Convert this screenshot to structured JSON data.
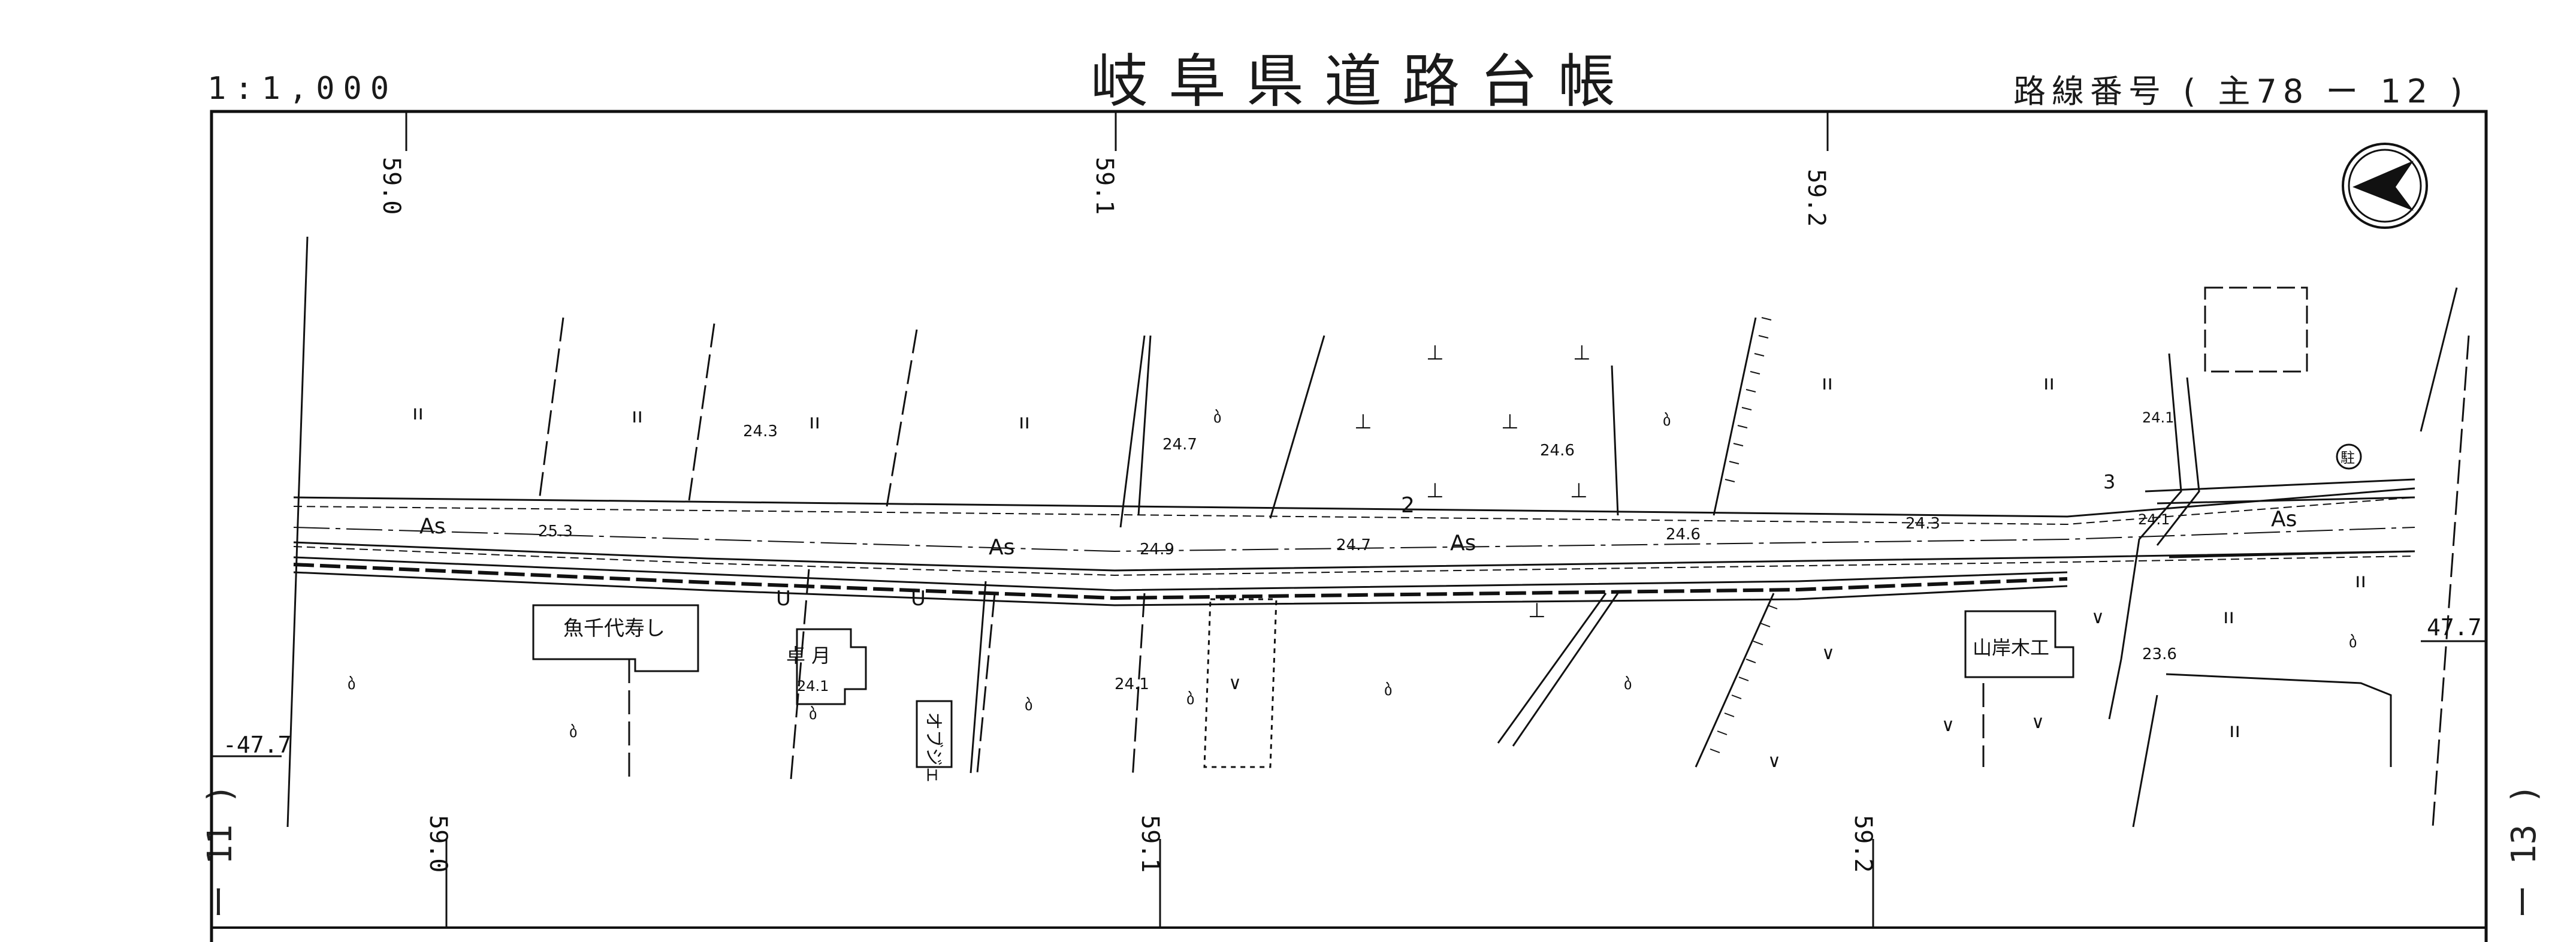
{
  "header": {
    "title": "岐阜県道路台帳",
    "scale": "1:1,000",
    "route_number": "路線番号 ( 主78 ー 12 )"
  },
  "adjacent_sheets": {
    "left": "ー 11 )",
    "right": "ー 13 )"
  },
  "stations": {
    "top": [
      "59.0",
      "59.1",
      "59.2"
    ],
    "bottom": [
      "59.0",
      "59.1",
      "59.2"
    ]
  },
  "offset_marks": {
    "left": "47.7",
    "right": "47.7"
  },
  "pavement_label": "As",
  "spot_heights": [
    "24.3",
    "24.7",
    "24.6",
    "25.3",
    "24.9",
    "24.7",
    "24.6",
    "24.3",
    "24.1",
    "24.1",
    "24.1",
    "23.6",
    "24.1"
  ],
  "buildings": {
    "sushi": "魚千代寿し",
    "tsuki": "卓 月",
    "objet": "オブジェ",
    "mokko": "山岸木工",
    "parking": "駐"
  },
  "small_numbers": {
    "lot2": "2",
    "lot3": "3"
  },
  "icons": {
    "north_arrow": "north-arrow-icon"
  }
}
